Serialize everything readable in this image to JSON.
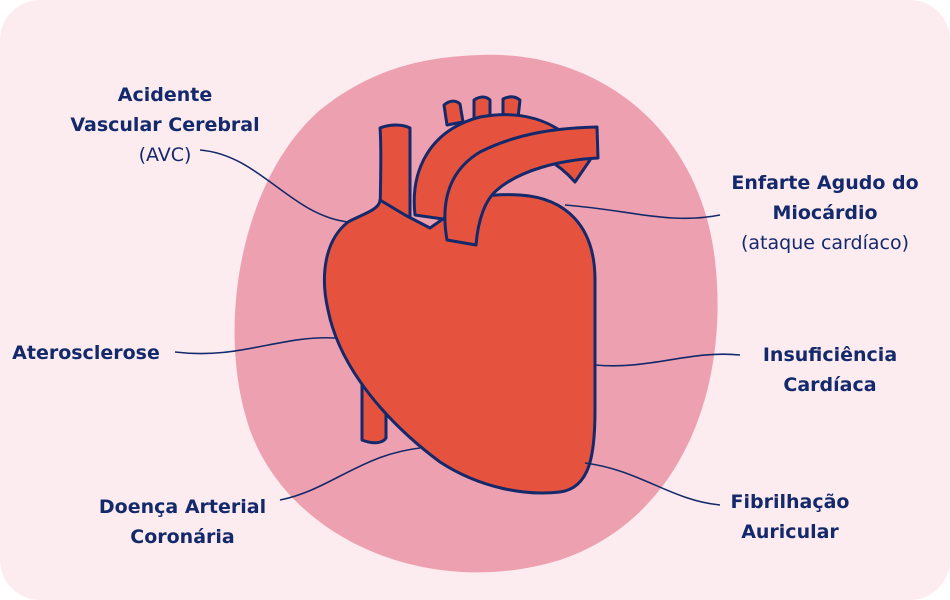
{
  "colors": {
    "background": "#fcecf0",
    "circle": "#eda1b0",
    "heart": "#e5533f",
    "outline": "#14296b"
  },
  "labels": {
    "avc": {
      "line1": "Acidente",
      "line2": "Vascular Cerebral",
      "sub": "(AVC)"
    },
    "enfarte": {
      "line1": "Enfarte Agudo do",
      "line2": "Miocárdio",
      "sub": "(ataque cardíaco)"
    },
    "aterosclerose": {
      "line1": "Aterosclerose"
    },
    "insuficiencia": {
      "line1": "Insuficiência",
      "line2": "Cardíaca"
    },
    "doenca": {
      "line1": "Doença Arterial",
      "line2": "Coronária"
    },
    "fibrilhacao": {
      "line1": "Fibrilhação",
      "line2": "Auricular"
    }
  }
}
